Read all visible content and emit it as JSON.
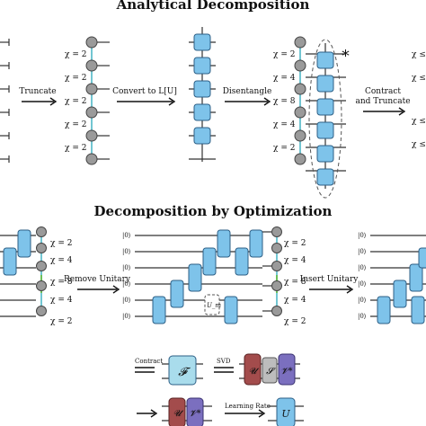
{
  "colors": {
    "unitary_blue": "#7ec3ea",
    "unitary_stroke": "#2d5f86",
    "node_gray": "#9a9a9a",
    "bond_cyan": "#4fb8c7",
    "bond_green": "#6cbf5a",
    "f_tensor": "#a9dcec",
    "u_tensor": "#a34c4c",
    "s_tensor": "#bdbdbd",
    "v_tensor": "#7b6fbf"
  },
  "analytical": {
    "title": "Analytical Decomposition",
    "step_truncate": "Truncate",
    "step_convert": "Convert to L[U]",
    "step_disentangle": "Disentangle",
    "step_contract_1": "Contract",
    "step_contract_2": "and Truncate",
    "chi_truncate": [
      "χ = 2",
      "χ = 2",
      "χ = 2",
      "χ = 2",
      "χ = 2"
    ],
    "chi_disentangle": [
      "χ = 2",
      "χ = 4",
      "χ = 8",
      "χ = 4",
      "χ = 2"
    ],
    "chi_right": [
      "χ ≤",
      "χ ≤",
      "χ ≤",
      "χ ≤"
    ],
    "asterisk": "*"
  },
  "optimization": {
    "title": "Decomposition by Optimization",
    "step_remove": "Remove Unitary",
    "step_insert": "Insert Unitary",
    "chi_left": [
      "χ = 2",
      "χ = 4",
      "χ = 8",
      "χ = 4",
      "χ = 2"
    ],
    "chi_mid": [
      "χ = 2",
      "χ = 4",
      "χ = 8",
      "χ = 4",
      "χ = 2"
    ],
    "ket_mid": [
      "|0⟩",
      "|0⟩",
      "|0⟩",
      "|0⟩",
      "|0⟩",
      "|0⟩"
    ],
    "ket_right": [
      "|0⟩",
      "|0⟩",
      "|0⟩",
      "|0⟩",
      "|0⟩",
      "|0⟩"
    ],
    "removed_unitary": "U_m"
  },
  "legend": {
    "contract_label": "Contract",
    "svd_label": "SVD",
    "f_symbol": "𝓕",
    "u_symbol": "𝓤",
    "s_symbol": "𝓢",
    "v_symbol": "𝓥*",
    "u_symbol_2": "𝓤",
    "v_symbol_2": "𝓥*",
    "learning_rate_label": "Learning Rate",
    "u_new_symbol": "U"
  }
}
